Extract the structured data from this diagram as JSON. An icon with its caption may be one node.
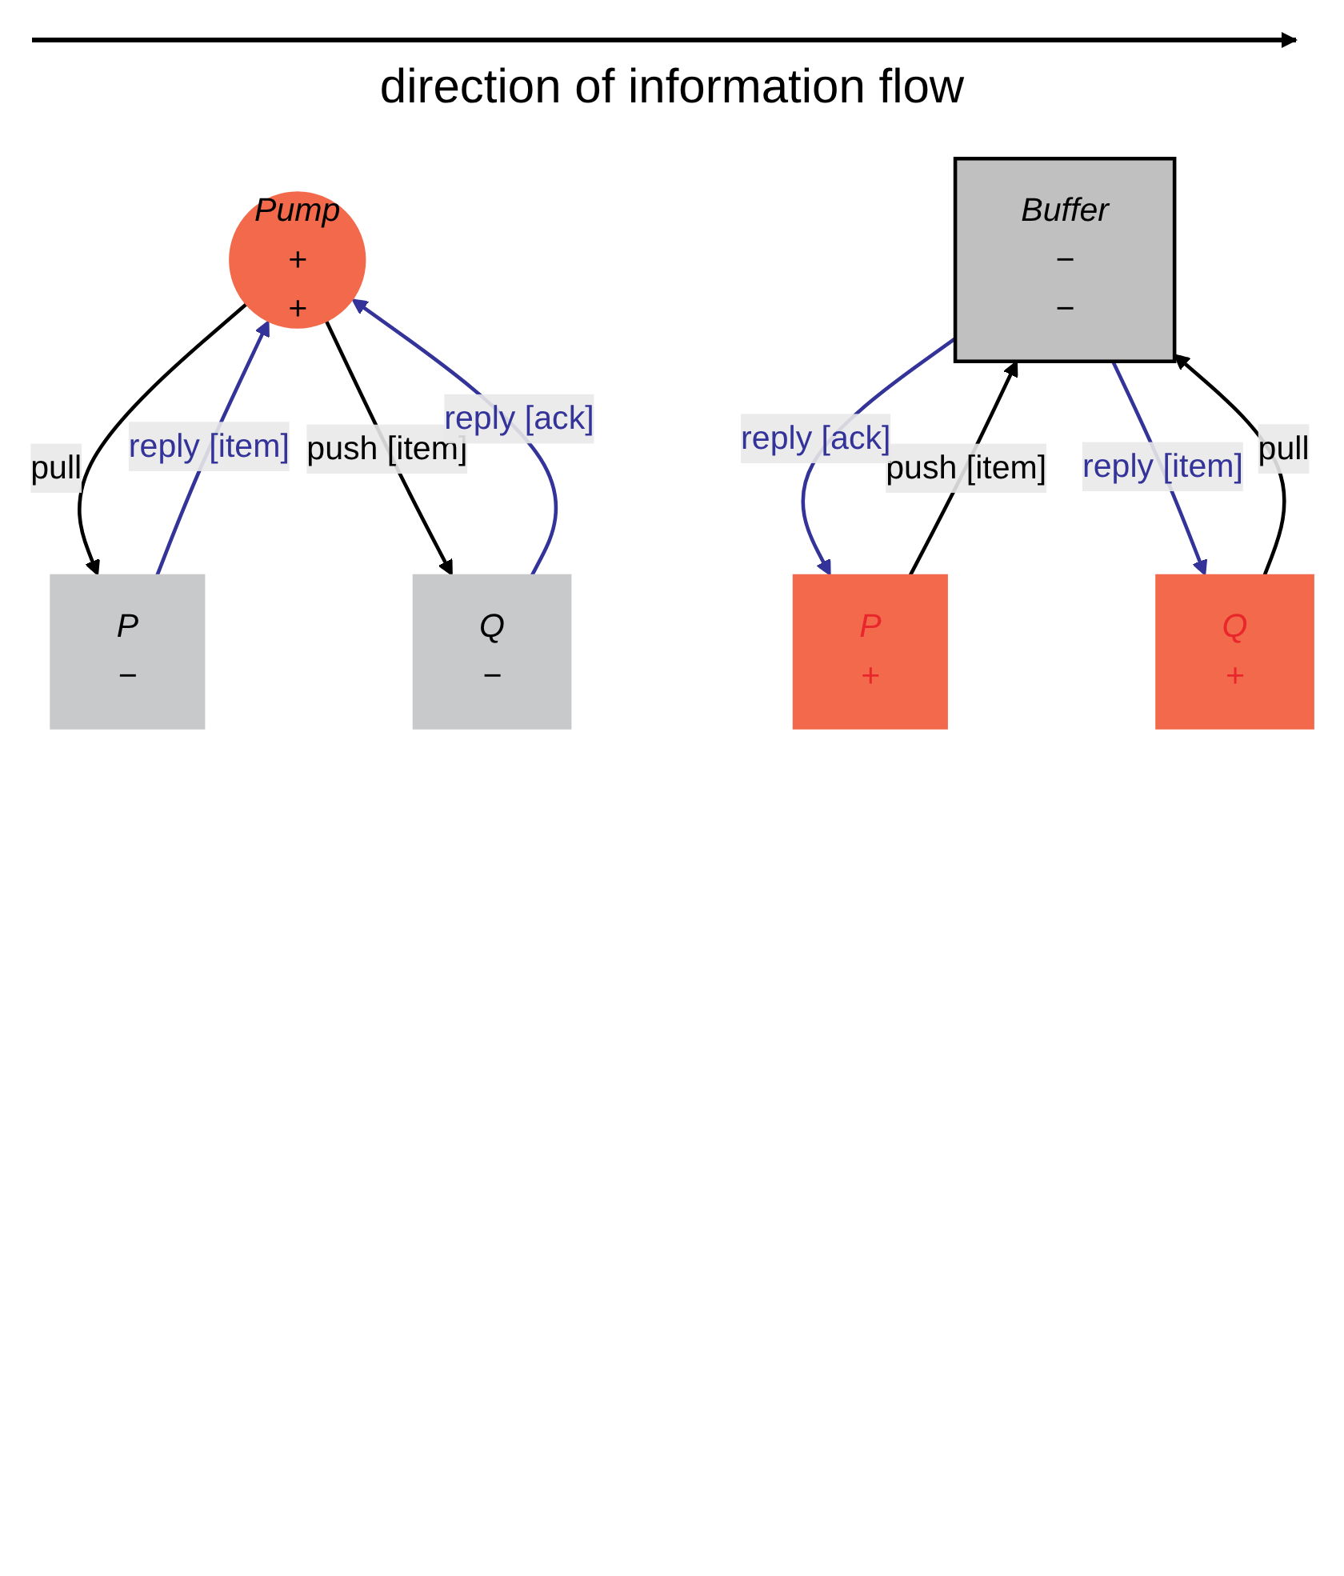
{
  "diagram": {
    "nodes": [
      {
        "text": [
          "Pump",
          "+",
          "+"
        ]
      },
      {
        "text": [
          "P",
          "−"
        ]
      },
      {
        "text": [
          "Q",
          "−"
        ]
      },
      {
        "text": [
          "Buffer",
          "−",
          "−"
        ]
      },
      {
        "text": [
          "P",
          "+"
        ]
      },
      {
        "text": [
          "Q",
          "+"
        ]
      }
    ],
    "edges": [
      {
        "from": 0,
        "to": 1,
        "arrow": "to",
        "label": "pull"
      },
      {
        "from": 1,
        "to": 0,
        "arrow": "to",
        "label": "reply [item]",
        "color": "#333399"
      },
      {
        "from": 0,
        "to": 2,
        "arrow": "to",
        "label": "push [item]"
      },
      {
        "from": 2,
        "to": 0,
        "arrow": "to",
        "label": "reply [ack]",
        "color": "#333399"
      },
      {
        "from": 4,
        "to": 3,
        "arrow": "to",
        "label": "push [item]"
      },
      {
        "from": 3,
        "to": 4,
        "arrow": "to",
        "label": "reply [ack]",
        "color": "#333399"
      },
      {
        "from": 5,
        "to": 3,
        "arrow": "to",
        "label": "pull"
      },
      {
        "from": 3,
        "to": 5,
        "arrow": "to",
        "label": "reply [item]",
        "color": "#333399"
      }
    ],
    "labels": [
      "direction of information flow"
    ]
  }
}
